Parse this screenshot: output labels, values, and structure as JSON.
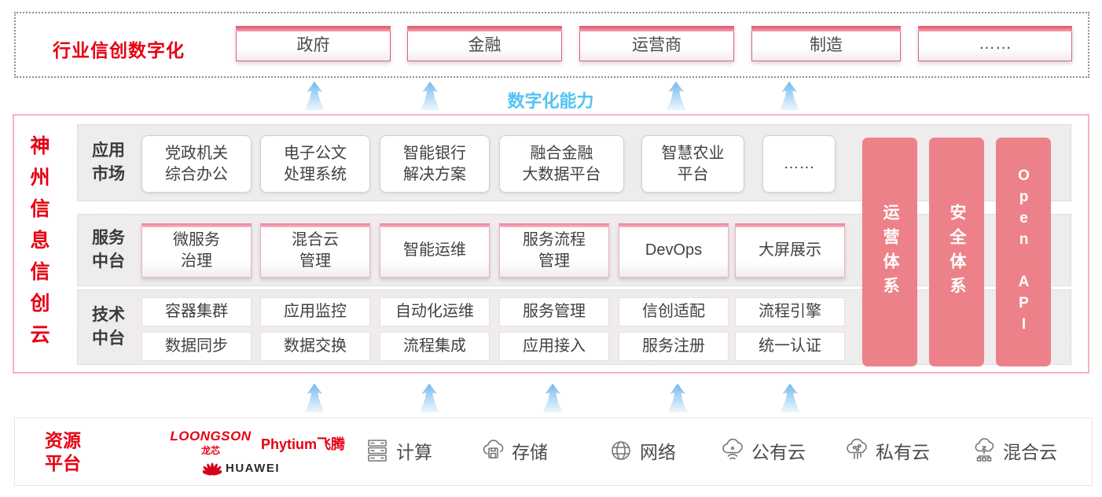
{
  "colors": {
    "brand_red": "#e60012",
    "pillar_pink": "#ed8189",
    "capability_blue": "#53c3f1",
    "row_bg_gray": "#eeeced"
  },
  "top_section": {
    "label": "行业信创数字化",
    "industries": [
      "政府",
      "金融",
      "运营商",
      "制造",
      "……"
    ]
  },
  "capability": {
    "label": "数字化能力"
  },
  "platform": {
    "title": "神州信息信创云",
    "pillars": [
      {
        "label": "运营体系"
      },
      {
        "label": "安全体系"
      },
      {
        "label": "Open API"
      }
    ],
    "app_row": {
      "label": "应用\n市场",
      "cards": [
        "党政机关\n综合办公",
        "电子公文\n处理系统",
        "智能银行\n解决方案",
        "融合金融\n大数据平台",
        "智慧农业\n平台",
        "……"
      ]
    },
    "service_row": {
      "label": "服务\n中台",
      "cards": [
        "微服务\n治理",
        "混合云\n管理",
        "智能运维",
        "服务流程\n管理",
        "DevOps",
        "大屏展示"
      ]
    },
    "tech_row": {
      "label": "技术\n中台",
      "cards_top": [
        "容器集群",
        "应用监控",
        "自动化运维",
        "服务管理",
        "信创适配",
        "流程引擎"
      ],
      "cards_bottom": [
        "数据同步",
        "数据交换",
        "流程集成",
        "应用接入",
        "服务注册",
        "统一认证"
      ]
    }
  },
  "resource_section": {
    "label": "资源\n平台",
    "vendors": {
      "loongson_en": "LOONGSON",
      "loongson_cn": "龙芯",
      "phytium": "Phytium飞腾",
      "huawei": "HUAWEI"
    },
    "resources": [
      {
        "icon": "server-icon",
        "label": "计算"
      },
      {
        "icon": "storage-cloud-icon",
        "label": "存储"
      },
      {
        "icon": "globe-icon",
        "label": "网络"
      },
      {
        "icon": "public-cloud-icon",
        "label": "公有云"
      },
      {
        "icon": "private-cloud-icon",
        "label": "私有云"
      },
      {
        "icon": "hybrid-cloud-icon",
        "label": "混合云"
      }
    ]
  }
}
